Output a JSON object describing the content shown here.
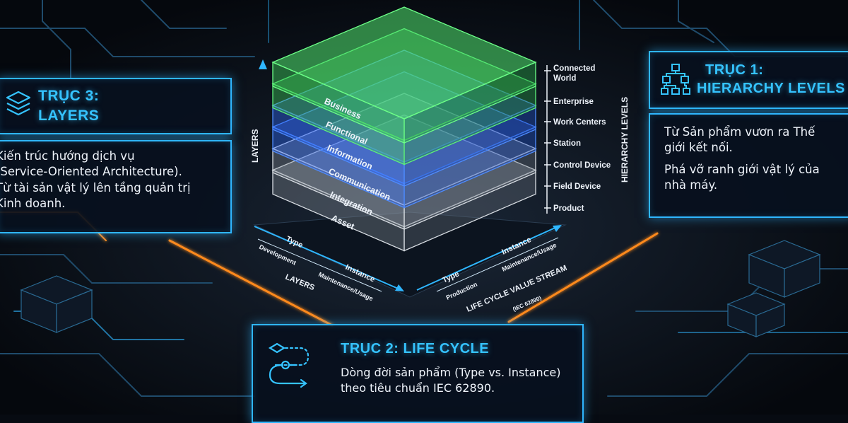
{
  "axis3": {
    "title_line1": "TRỤC 3:",
    "title_line2": "LAYERS",
    "text": [
      "Kiến trúc hướng dịch vụ",
      "(Service-Oriented Architecture).",
      "Từ tài sản vật lý lên tầng quản trị",
      "Kinh doanh."
    ],
    "icon": "layers-stack-icon"
  },
  "axis1": {
    "title_line1": "TRỤC 1:",
    "title_line2": "HIERARCHY LEVELS",
    "text": [
      "Từ Sản phẩm vươn ra Thế",
      "giới kết nối.",
      "Phá vỡ ranh giới vật lý của",
      "nhà máy."
    ],
    "icon": "hierarchy-tree-icon"
  },
  "axis2": {
    "title": "TRỤC 2: LIFE CYCLE",
    "text": [
      "Dòng đời sản phẩm (Type vs. Instance)",
      "theo tiêu chuẩn IEC 62890."
    ],
    "icon": "lifecycle-flow-icon"
  },
  "diagram": {
    "layers_axis_label": "LAYERS",
    "hierarchy_axis_label": "HIERARCHY LEVELS",
    "layers": [
      "Business",
      "Functional",
      "Information",
      "Communication",
      "Integration",
      "Asset"
    ],
    "hierarchy_levels": [
      "Connected World",
      "Enterprise",
      "Work Centers",
      "Station",
      "Control Device",
      "Field Device",
      "Product"
    ],
    "left_floor": {
      "type": "Type",
      "development": "Development",
      "instance": "Instance",
      "maintenance": "Maintenance/Usage",
      "axis_label": "LAYERS"
    },
    "right_floor": {
      "type": "Type",
      "production": "Production",
      "instance": "Instance",
      "maintenance": "Maintenance/Usage",
      "axis_label": "LIFE CYCLE VALUE STREAM",
      "axis_sub": "(IEC 62890)"
    }
  },
  "colors": {
    "accent": "#2fb6ff",
    "business_green": "#3fcf5a",
    "info_blue": "#2f6bff",
    "asset_gray": "#9aa3ad",
    "circuit_orange": "#ff8a1f"
  }
}
